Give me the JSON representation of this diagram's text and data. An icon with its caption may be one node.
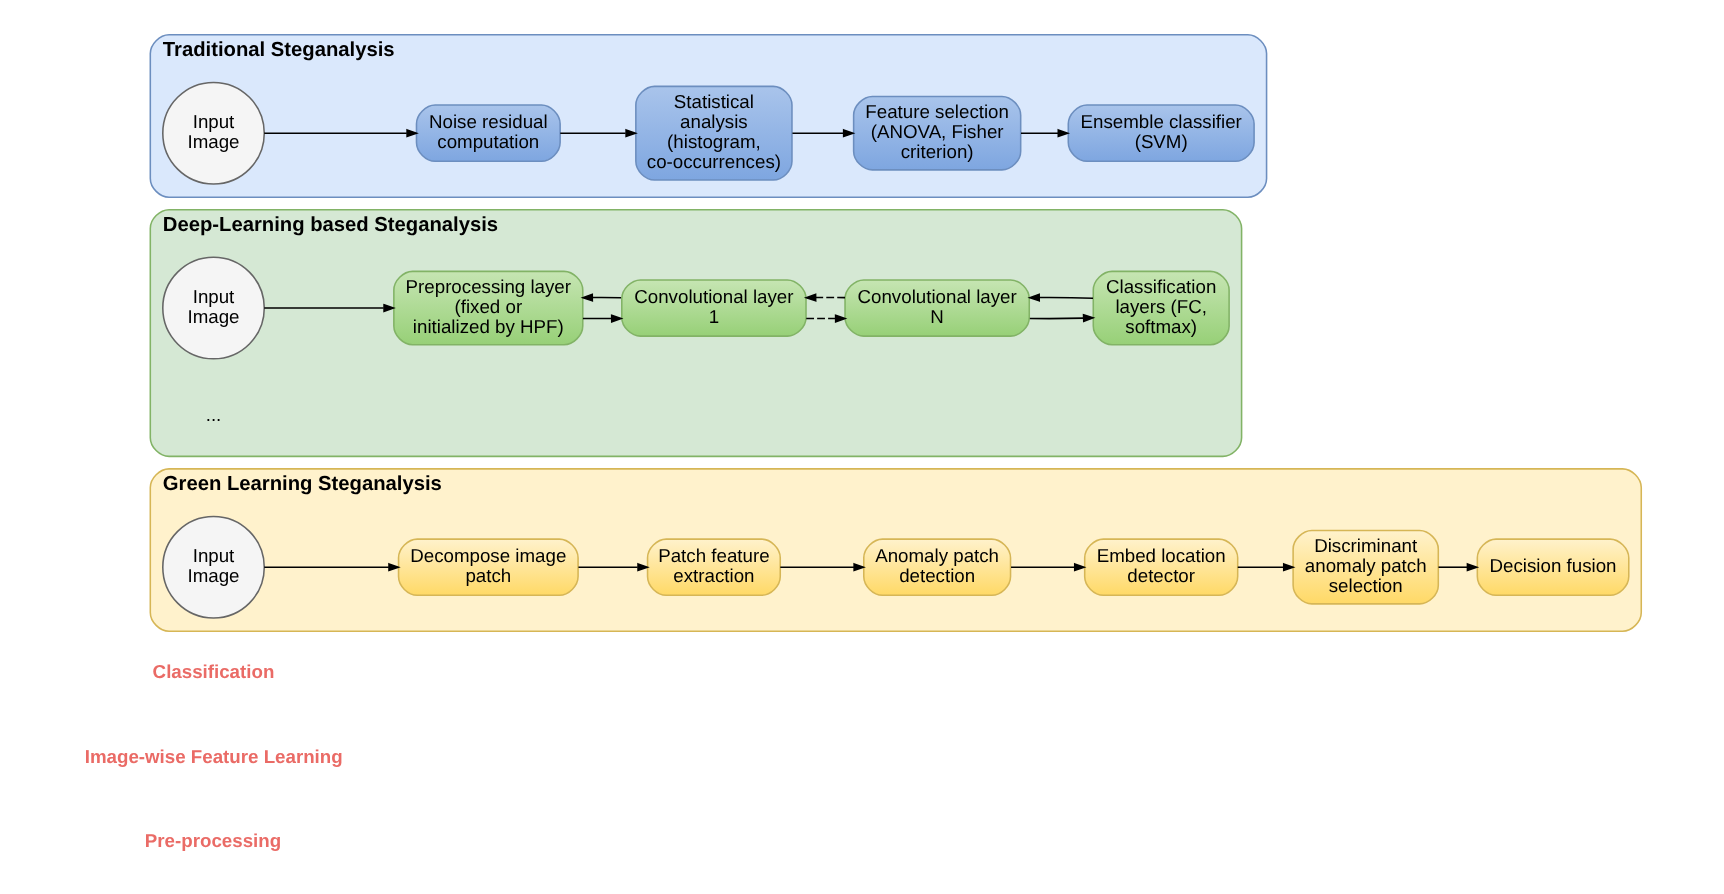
{
  "diagram": {
    "nodes": [
      {
        "text": [
          "Traditional Steganalysis"
        ]
      },
      {
        "text": [
          "Input Image"
        ],
        "in": 0
      },
      {
        "text": [
          "Noise residual computation"
        ],
        "in": 0
      },
      {
        "text": [
          "Statistical analysis (histogram, co-occurrences)"
        ],
        "in": 0
      },
      {
        "text": [
          "Feature selection (ANOVA, Fisher criterion)"
        ],
        "in": 0
      },
      {
        "text": [
          "Ensemble classifier (SVM)"
        ],
        "in": 0
      },
      {
        "text": [
          "Deep-Learning based Steganalysis"
        ]
      },
      {
        "text": [
          "Input Image"
        ],
        "in": 6
      },
      {
        "text": [
          "Preprocessing layer (fixed or initialized by HPF)"
        ],
        "in": 6
      },
      {
        "text": [
          "Convolutional layer 1"
        ],
        "in": 6
      },
      {
        "text": [
          "Convolutional layer N"
        ],
        "in": 6
      },
      {
        "text": [
          "Classification layers (FC, softmax)"
        ],
        "in": 6
      },
      {
        "text": [
          "Green Learning Steganalysis"
        ]
      },
      {
        "text": [
          "Input Image"
        ],
        "in": 12
      },
      {
        "text": [
          "Decompose image patch"
        ],
        "in": 12
      },
      {
        "text": [
          "Patch feature extraction"
        ],
        "in": 12
      },
      {
        "text": [
          "Anomaly patch detection"
        ],
        "in": 12
      },
      {
        "text": [
          "Embed location detector"
        ],
        "in": 12
      },
      {
        "text": [
          "Discriminant anomaly patch selection"
        ],
        "in": 12
      },
      {
        "text": [
          "Decision fusion"
        ],
        "in": 12
      }
    ],
    "edges": [
      {
        "from": 1,
        "to": 2,
        "arrow": "to"
      },
      {
        "from": 2,
        "to": 3,
        "arrow": "to"
      },
      {
        "from": 3,
        "to": 4,
        "arrow": "to"
      },
      {
        "from": 4,
        "to": 5,
        "arrow": "to"
      },
      {
        "from": 7,
        "to": 8,
        "arrow": "to"
      },
      {
        "from": 8,
        "to": 9,
        "arrow": "to"
      },
      {
        "from": 9,
        "to": 8,
        "arrow": "to"
      },
      {
        "from": 9,
        "to": 10,
        "arrow": "to",
        "style": "dashed"
      },
      {
        "from": 10,
        "to": 9,
        "arrow": "to",
        "style": "dashed"
      },
      {
        "from": 10,
        "to": 11,
        "arrow": "to"
      },
      {
        "from": 11,
        "to": 10,
        "arrow": "to"
      },
      {
        "from": 13,
        "to": 14,
        "arrow": "to"
      },
      {
        "from": 14,
        "to": 15,
        "arrow": "to"
      },
      {
        "from": 15,
        "to": 16,
        "arrow": "to"
      },
      {
        "from": 16,
        "to": 17,
        "arrow": "to"
      },
      {
        "from": 17,
        "to": 18,
        "arrow": "to"
      },
      {
        "from": 18,
        "to": 19,
        "arrow": "to"
      }
    ],
    "labels": [
      "Pre-processing",
      "Image-wise Feature Learning",
      "Classification",
      "..."
    ]
  }
}
